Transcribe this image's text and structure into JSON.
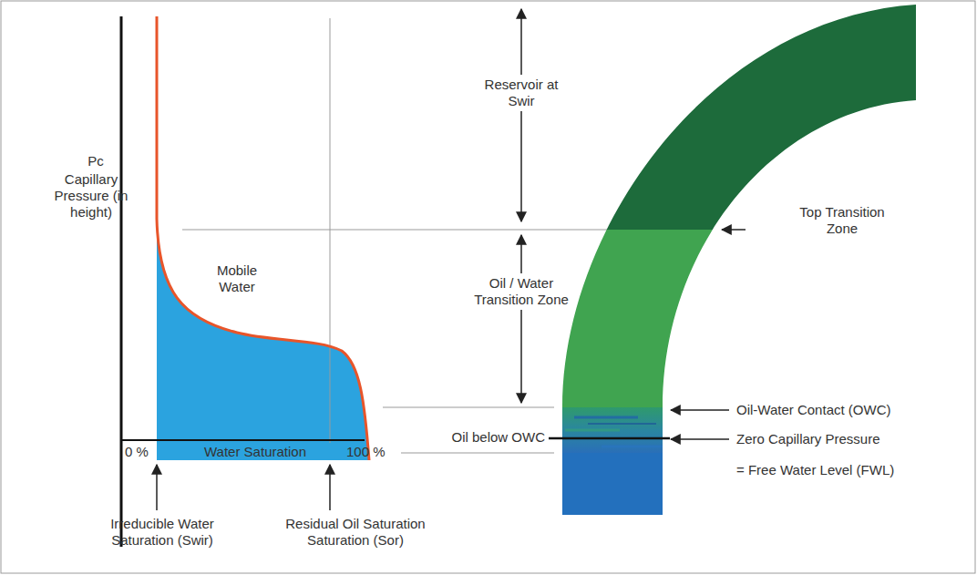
{
  "diagram": {
    "labels": [
      "Pc",
      "Capillary Pressure (in height)",
      "Mobile Water",
      "0 %",
      "Water Saturation",
      "100 %",
      "Irreducible Water Saturation (Swir)",
      "Residual Oil Saturation Saturation (Sor)",
      "Reservoir at Swir",
      "Oil / Water Transition Zone",
      "Top Transition Zone",
      "Oil-Water Contact (OWC)",
      "Oil below OWC",
      "Zero Capillary Pressure",
      "= Free Water Level (FWL)"
    ]
  }
}
